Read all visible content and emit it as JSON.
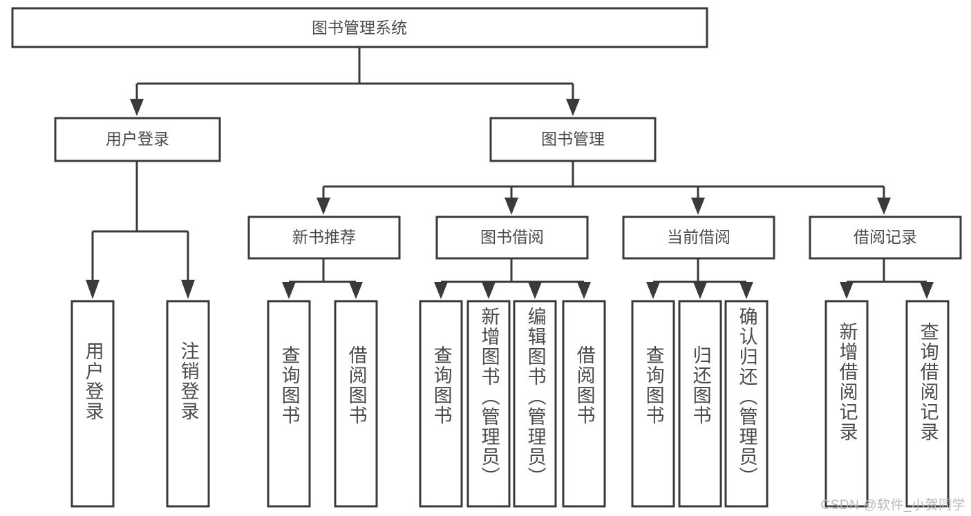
{
  "diagram": {
    "title": "图书管理系统",
    "type": "tree-hierarchy-diagram",
    "root": {
      "id": "root",
      "label": "图书管理系统"
    },
    "level2": [
      {
        "id": "user-login",
        "label": "用户登录"
      },
      {
        "id": "book-management",
        "label": "图书管理"
      }
    ],
    "level3": [
      {
        "id": "new-book-recommend",
        "label": "新书推荐",
        "parent": "book-management"
      },
      {
        "id": "book-borrow",
        "label": "图书借阅",
        "parent": "book-management"
      },
      {
        "id": "current-borrow",
        "label": "当前借阅",
        "parent": "book-management"
      },
      {
        "id": "borrow-record",
        "label": "借阅记录",
        "parent": "book-management"
      }
    ],
    "leaves": [
      {
        "id": "leaf-user-login",
        "label": "用户登录",
        "parent": "user-login"
      },
      {
        "id": "leaf-logout-login",
        "label": "注销登录",
        "parent": "user-login"
      },
      {
        "id": "leaf-query-book-1",
        "label": "查询图书",
        "parent": "new-book-recommend"
      },
      {
        "id": "leaf-borrow-book-1",
        "label": "借阅图书",
        "parent": "new-book-recommend"
      },
      {
        "id": "leaf-query-book-2",
        "label": "查询图书",
        "parent": "book-borrow"
      },
      {
        "id": "leaf-add-book",
        "label": "新增图书（管理员）",
        "parent": "book-borrow"
      },
      {
        "id": "leaf-edit-book",
        "label": "编辑图书（管理员）",
        "parent": "book-borrow"
      },
      {
        "id": "leaf-borrow-book-2",
        "label": "借阅图书",
        "parent": "book-borrow"
      },
      {
        "id": "leaf-query-book-3",
        "label": "查询图书",
        "parent": "current-borrow"
      },
      {
        "id": "leaf-return-book",
        "label": "归还图书",
        "parent": "current-borrow"
      },
      {
        "id": "leaf-confirm-return",
        "label": "确认归还（管理员）",
        "parent": "current-borrow"
      },
      {
        "id": "leaf-add-record",
        "label": "新增借阅记录",
        "parent": "borrow-record"
      },
      {
        "id": "leaf-query-record",
        "label": "查询借阅记录",
        "parent": "borrow-record"
      }
    ],
    "colors": {
      "stroke": "#3a3a3a",
      "box_fill": "#ffffff",
      "text": "#4a4a4a",
      "background": "#ffffff",
      "watermark": "#b9b9b9"
    }
  },
  "watermark": {
    "text": "CSDN @软件_小贺同学"
  }
}
